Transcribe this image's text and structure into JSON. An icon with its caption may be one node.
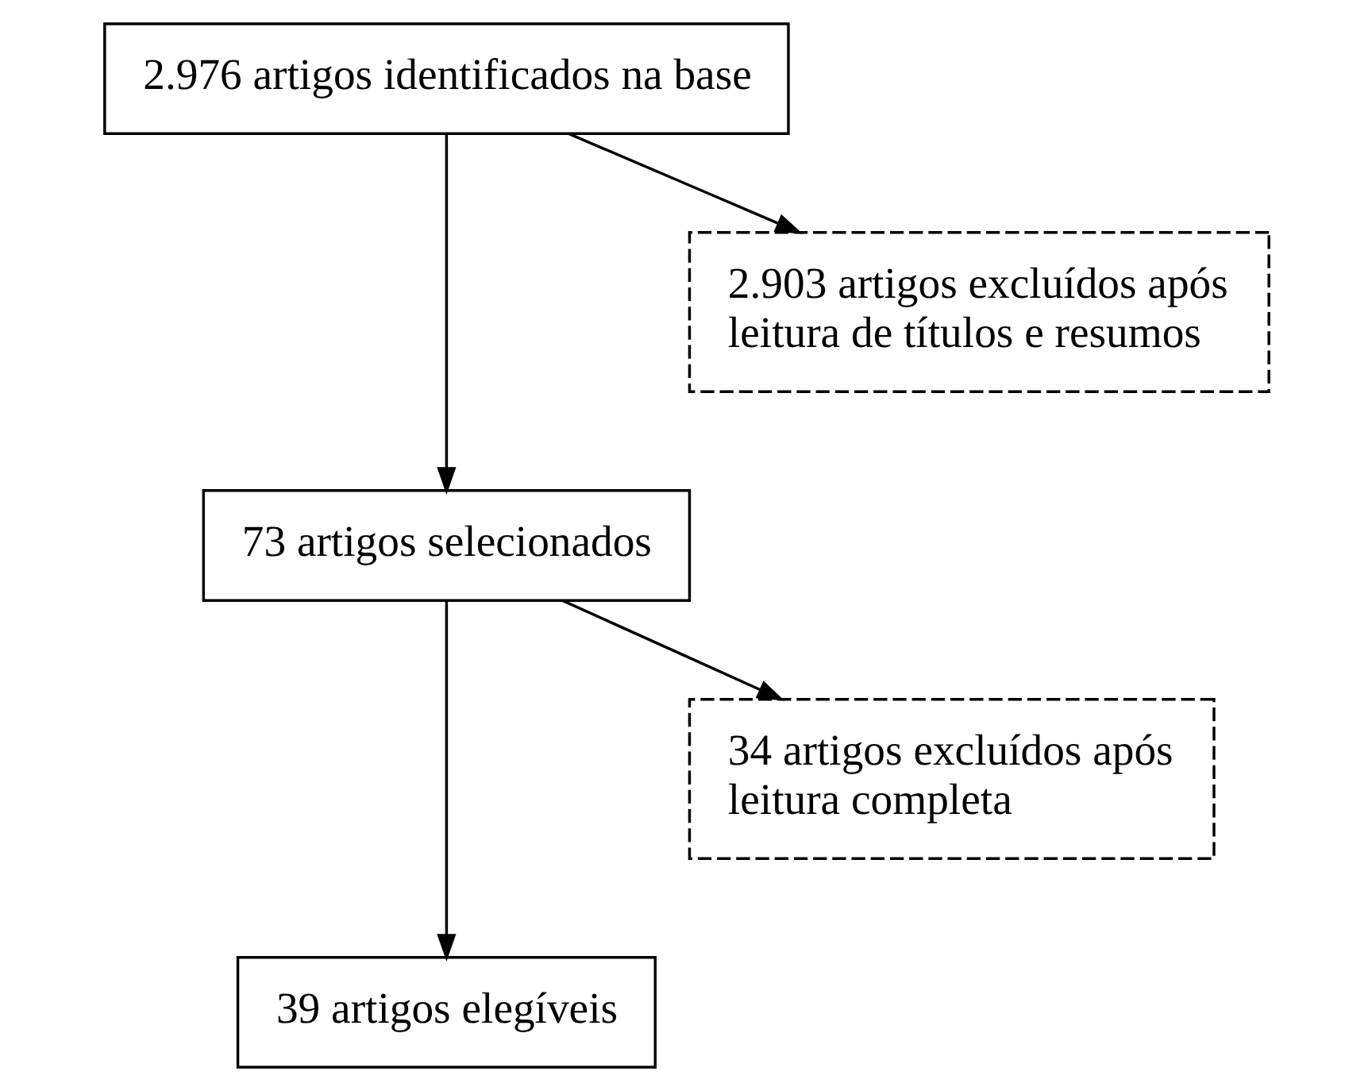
{
  "diagram": {
    "nodes": [
      {
        "text": [
          "2.976 artigos identificados na base"
        ]
      },
      {
        "text": [
          "73 artigos selecionados"
        ]
      },
      {
        "text": [
          "2.903 artigos excluídos após leitura de títulos e resumos"
        ]
      },
      {
        "text": [
          "39 artigos elegíveis"
        ]
      },
      {
        "text": [
          "34 artigos excluídos após leitura completa"
        ]
      }
    ],
    "edges": [
      {
        "from": 0,
        "to": 1,
        "arrow": "to"
      },
      {
        "from": 0,
        "to": 2,
        "arrow": "to"
      },
      {
        "from": 1,
        "to": 3,
        "arrow": "to"
      },
      {
        "from": 1,
        "to": 4,
        "arrow": "to"
      }
    ]
  }
}
